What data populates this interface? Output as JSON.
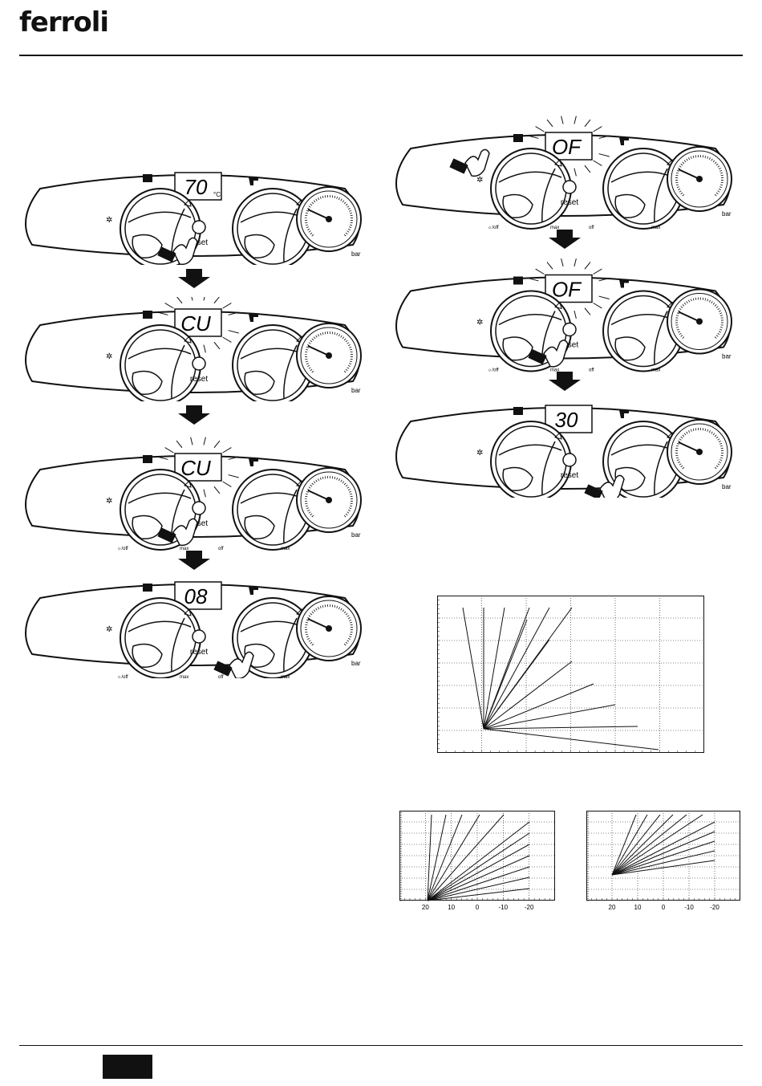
{
  "brand": {
    "logo_text": "ferroli"
  },
  "panels": [
    {
      "id": "p1",
      "display": "70",
      "unit": "°C",
      "blink": false,
      "hand": "reset"
    },
    {
      "id": "p2",
      "display": "CU",
      "unit": "",
      "blink": true,
      "hand": "none"
    },
    {
      "id": "p3",
      "display": "CU",
      "unit": "",
      "blink": true,
      "hand": "reset"
    },
    {
      "id": "p4",
      "display": "08",
      "unit": "",
      "blink": false,
      "hand": "right-knob"
    },
    {
      "id": "p5",
      "display": "OF",
      "unit": "",
      "blink": true,
      "hand": "left-knob"
    },
    {
      "id": "p6",
      "display": "OF",
      "unit": "",
      "blink": true,
      "hand": "reset"
    },
    {
      "id": "p7",
      "display": "30",
      "unit": "",
      "blink": false,
      "hand": "right-knob"
    }
  ],
  "panel_labels": {
    "reset": "reset",
    "off_left": "off",
    "max_left": "max",
    "off_right": "off",
    "max_right": "max",
    "bar": "bar"
  },
  "small_graph_ticks": [
    "20",
    "10",
    "0",
    "-10",
    "-20"
  ]
}
